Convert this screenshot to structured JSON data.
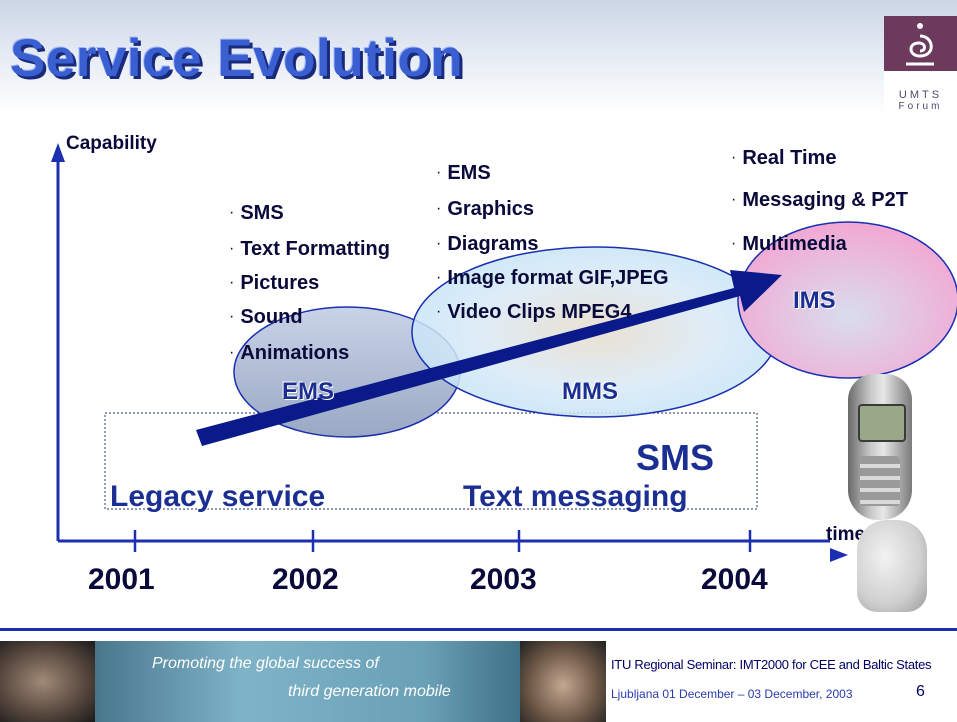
{
  "title": "Service Evolution",
  "logo": {
    "icon": "umts-spiral-icon",
    "text_line1": "UMTS",
    "text_line2": "Forum"
  },
  "axis": {
    "y_label": "Capability",
    "x_label": "time",
    "years": [
      "2001",
      "2002",
      "2003",
      "2004"
    ]
  },
  "groups": {
    "ems": [
      "SMS",
      "Text Formatting",
      "Pictures",
      "Sound",
      "Animations"
    ],
    "mms": [
      "EMS",
      "Graphics",
      "Diagrams",
      "Image format GIF,JPEG",
      "Video Clips MPEG4"
    ],
    "ims": [
      "Real Time",
      "Messaging & P2T",
      "Multimedia"
    ]
  },
  "ellipse_labels": {
    "ems": "EMS",
    "mms": "MMS",
    "ims": "IMS"
  },
  "sms_box": {
    "title": "SMS",
    "left_text": "Legacy service",
    "right_text": "Text messaging"
  },
  "footer": {
    "banner_line1": "Promoting the global success of",
    "banner_line2": "third generation mobile",
    "seminar": "ITU Regional Seminar: IMT2000 for CEE and Baltic States",
    "location": "Ljubljana 01 December – 03 December, 2003",
    "page": "6"
  },
  "colors": {
    "title": "#3a5fd0",
    "axis": "#1b2fb0",
    "arrow": "#0a1a8a",
    "ems_ellipse": "#b8c4dc",
    "mms_ellipse": "#cfe6f7",
    "ims_ellipse": "#f2b8dc"
  }
}
